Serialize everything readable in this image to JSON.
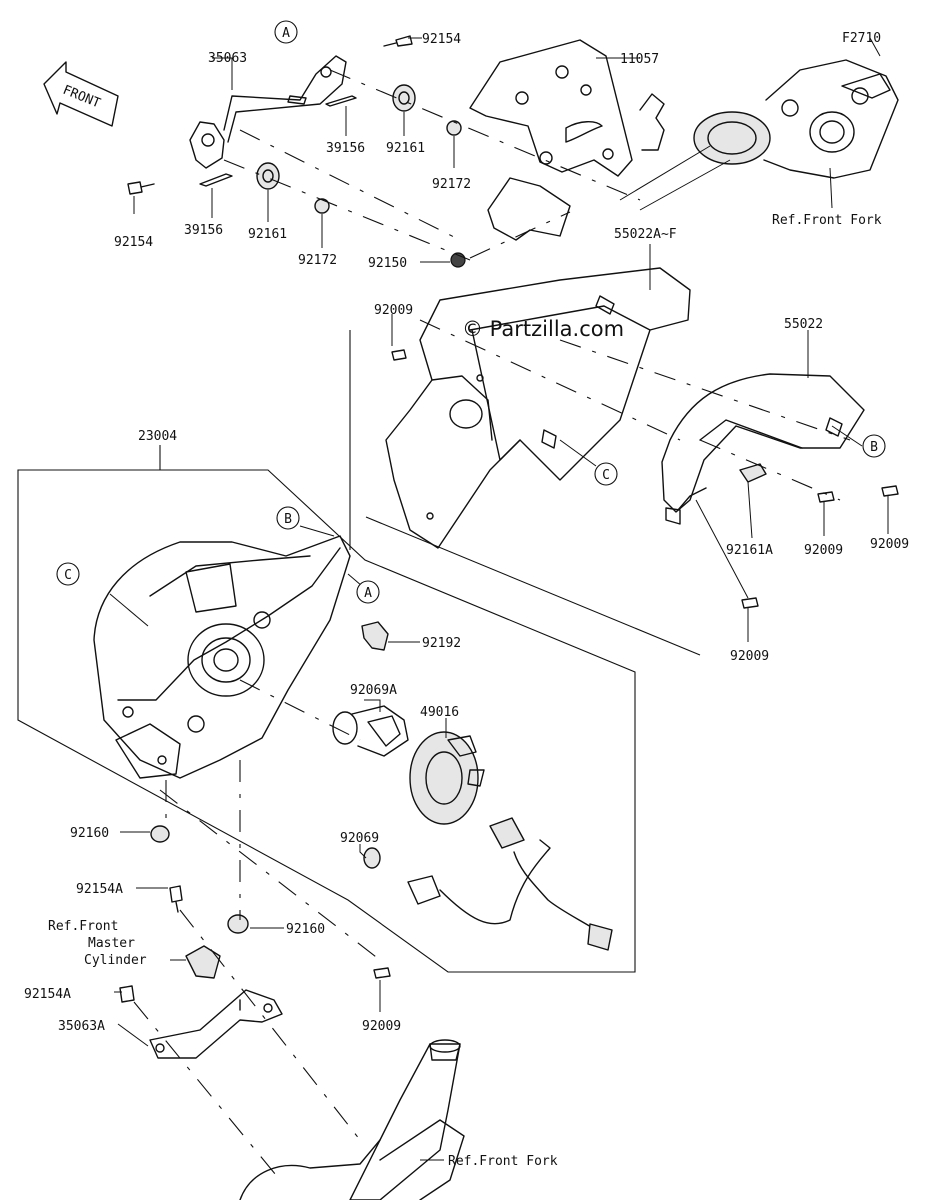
{
  "diagram_code": "F2710",
  "watermark": "© Partzilla.com",
  "front_arrow": {
    "label": "FRONT"
  },
  "refs": {
    "front_fork_top": "Ref.Front Fork",
    "front_fork_bottom": "Ref.Front Fork",
    "master_cylinder": [
      "Ref.Front",
      "Master",
      "Cylinder"
    ]
  },
  "callouts": [
    "A",
    "B",
    "C"
  ],
  "parts": [
    {
      "id": "p35063",
      "number": "35063"
    },
    {
      "id": "p92154_top",
      "number": "92154"
    },
    {
      "id": "p11057",
      "number": "11057"
    },
    {
      "id": "p39156_a",
      "number": "39156"
    },
    {
      "id": "p92161_a",
      "number": "92161"
    },
    {
      "id": "p92172_a",
      "number": "92172"
    },
    {
      "id": "p92154_left",
      "number": "92154"
    },
    {
      "id": "p39156_b",
      "number": "39156"
    },
    {
      "id": "p92161_b",
      "number": "92161"
    },
    {
      "id": "p92172_b",
      "number": "92172"
    },
    {
      "id": "p92150",
      "number": "92150"
    },
    {
      "id": "p55022AF",
      "number": "55022A~F"
    },
    {
      "id": "p92009_a",
      "number": "92009"
    },
    {
      "id": "p55022",
      "number": "55022"
    },
    {
      "id": "p23004",
      "number": "23004"
    },
    {
      "id": "p92161A",
      "number": "92161A"
    },
    {
      "id": "p92009_b",
      "number": "92009"
    },
    {
      "id": "p92009_c",
      "number": "92009"
    },
    {
      "id": "p92009_d",
      "number": "92009"
    },
    {
      "id": "p92192",
      "number": "92192"
    },
    {
      "id": "p92069A",
      "number": "92069A"
    },
    {
      "id": "p49016",
      "number": "49016"
    },
    {
      "id": "p92069",
      "number": "92069"
    },
    {
      "id": "p92160_a",
      "number": "92160"
    },
    {
      "id": "p92154A_a",
      "number": "92154A"
    },
    {
      "id": "p92160_b",
      "number": "92160"
    },
    {
      "id": "p92154A_b",
      "number": "92154A"
    },
    {
      "id": "p35063A",
      "number": "35063A"
    },
    {
      "id": "p92009_e",
      "number": "92009"
    }
  ]
}
